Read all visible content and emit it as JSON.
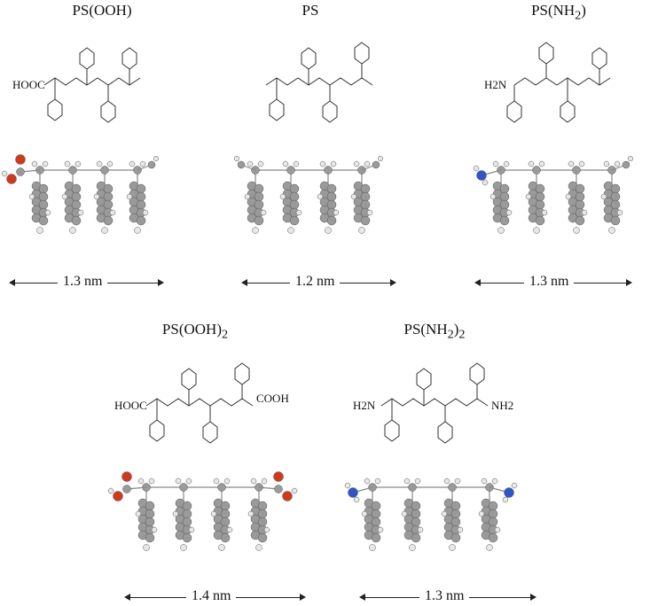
{
  "molecules": [
    {
      "title_main": "PS(OOH)",
      "title_sub": "",
      "title_tail": "",
      "left_group": "HOOC",
      "right_group": "",
      "scale": "1.3 nm"
    },
    {
      "title_main": "PS",
      "title_sub": "",
      "title_tail": "",
      "left_group": "",
      "right_group": "",
      "scale": "1.2 nm"
    },
    {
      "title_main": "PS(NH",
      "title_sub": "2",
      "title_tail": ")",
      "left_group": "H2N",
      "right_group": "",
      "scale": "1.3 nm"
    },
    {
      "title_main": "PS(OOH)",
      "title_sub": "2",
      "title_tail": "",
      "left_group": "HOOC",
      "right_group": "COOH",
      "scale": "1.4 nm"
    },
    {
      "title_main": "PS(NH",
      "title_sub": "2",
      "title_tail": ")2",
      "left_group": "H2N",
      "right_group": "NH2",
      "scale": "1.3 nm"
    }
  ],
  "atom_colors": {
    "carbon": "#9a9a9a",
    "hydrogen": "#e8e8e8",
    "oxygen": "#d03a1c",
    "nitrogen": "#2f55c9"
  }
}
